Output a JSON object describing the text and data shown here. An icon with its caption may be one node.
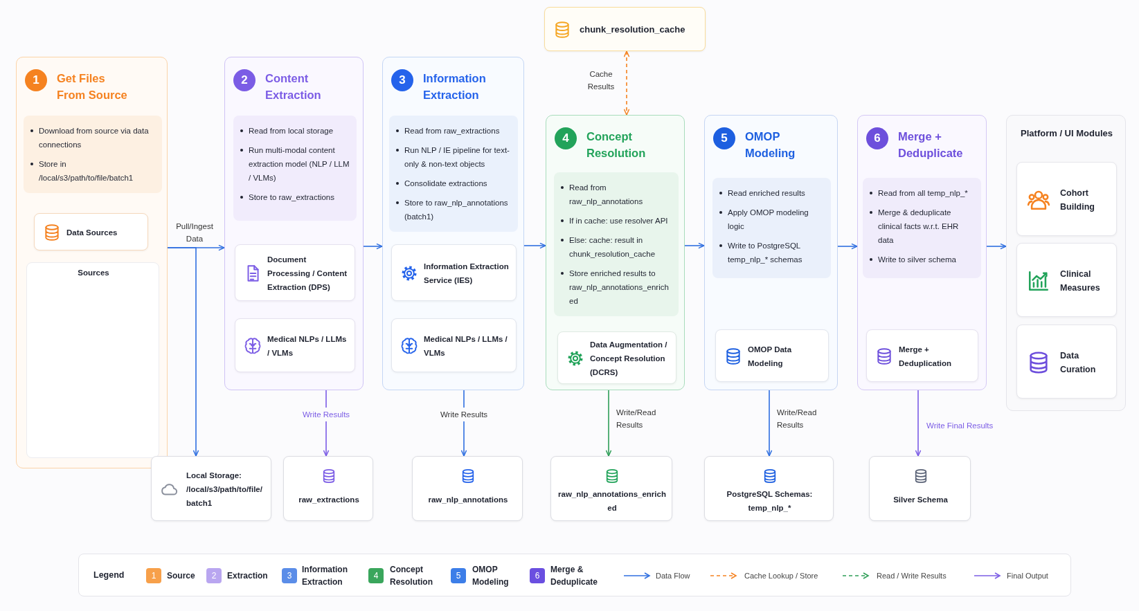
{
  "diagram": {
    "nodes": [
      {
        "text": [
          "1",
          "Get Files From Source"
        ]
      },
      {
        "text": [
          "Download from source via data connections",
          "Store in /local/s3/path/to/file/batch1"
        ],
        "in": 0
      },
      {
        "text": [
          "Data Sources"
        ],
        "in": 0
      },
      {
        "text": [
          "Sources"
        ],
        "in": 0
      },
      {
        "text": [
          "2",
          "Content Extraction"
        ]
      },
      {
        "text": [
          "Read from local storage",
          "Run multi-modal content extraction model (NLP / LLM / VLMs)",
          "Store to raw_extractions"
        ],
        "in": 4
      },
      {
        "text": [
          "Document Processing / Content Extraction (DPS)"
        ],
        "in": 4
      },
      {
        "text": [
          "Medical NLPs / LLMs / VLMs"
        ],
        "in": 4
      },
      {
        "text": [
          "3",
          "Information Extraction"
        ]
      },
      {
        "text": [
          "Read from raw_extractions",
          "Run NLP / IE pipeline for text-only & non-text objects",
          "Consolidate extractions",
          "Store to raw_nlp_annotations (batch1)"
        ],
        "in": 8
      },
      {
        "text": [
          "Information Extraction Service (IES)"
        ],
        "in": 8
      },
      {
        "text": [
          "Medical NLPs / LLMs / VLMs"
        ],
        "in": 8
      },
      {
        "text": [
          "chunk_resolution_cache"
        ]
      },
      {
        "text": [
          "4",
          "Concept Resolution"
        ]
      },
      {
        "text": [
          "Read from raw_nlp_annotations",
          "If in cache: use resolver API",
          "Else: cache: result in chunk_resolution_cache",
          "Store enriched results to raw_nlp_annotations_enriched"
        ],
        "in": 13
      },
      {
        "text": [
          "Data Augmentation / Concept Resolution (DCRS)"
        ],
        "in": 13
      },
      {
        "text": [
          "5",
          "OMOP Modeling"
        ]
      },
      {
        "text": [
          "Read enriched results",
          "Apply OMOP modeling logic",
          "Write to PostgreSQL temp_nlp_* schemas"
        ],
        "in": 16
      },
      {
        "text": [
          "OMOP Data Modeling"
        ],
        "in": 16
      },
      {
        "text": [
          "6",
          "Merge + Deduplicate"
        ]
      },
      {
        "text": [
          "Read from all temp_nlp_*",
          "Merge & deduplicate clinical facts w.r.t. EHR data",
          "Write to silver schema"
        ],
        "in": 19
      },
      {
        "text": [
          "Merge + Deduplication"
        ],
        "in": 19
      },
      {
        "text": [
          "Platform / UI Modules"
        ]
      },
      {
        "text": [
          "Cohort Building"
        ],
        "in": 22
      },
      {
        "text": [
          "Clinical Measures"
        ],
        "in": 22
      },
      {
        "text": [
          "Data Curation"
        ],
        "in": 22
      },
      {
        "text": [
          "Local Storage: /local/s3/path/to/file/batch1"
        ]
      },
      {
        "text": [
          "raw_extractions"
        ]
      },
      {
        "text": [
          "raw_nlp_annotations"
        ]
      },
      {
        "text": [
          "raw_nlp_annotations_enriched"
        ]
      },
      {
        "text": [
          "PostgreSQL Schemas: temp_nlp_*"
        ]
      },
      {
        "text": [
          "Silver Schema"
        ]
      }
    ],
    "edges": [
      {
        "from": 0,
        "to": 4,
        "arrow": "to",
        "label": "Pull/Ingest Data"
      },
      {
        "from": 0,
        "to": 26,
        "arrow": "to"
      },
      {
        "from": 4,
        "to": 8,
        "arrow": "to"
      },
      {
        "from": 8,
        "to": 13,
        "arrow": "to"
      },
      {
        "from": 13,
        "to": 16,
        "arrow": "to"
      },
      {
        "from": 16,
        "to": 19,
        "arrow": "to"
      },
      {
        "from": 19,
        "to": 22,
        "arrow": "to"
      },
      {
        "from": 12,
        "to": 13,
        "arrow": "both",
        "label": "Cache Results",
        "style": "dashed",
        "color": "#f58220"
      },
      {
        "from": 4,
        "to": 27,
        "arrow": "to",
        "label": "Write Results",
        "color": "#7b5ce5"
      },
      {
        "from": 8,
        "to": 28,
        "arrow": "to",
        "label": "Write Results"
      },
      {
        "from": 13,
        "to": 29,
        "arrow": "to",
        "label": "Write/Read Results",
        "color": "#2e9e57"
      },
      {
        "from": 16,
        "to": 30,
        "arrow": "to",
        "label": "Write/Read Results"
      },
      {
        "from": 19,
        "to": 31,
        "arrow": "to",
        "label": "Write Final Results",
        "color": "#7b5ce5"
      }
    ],
    "labels": [
      "Legend",
      "1",
      "2",
      "3",
      "4",
      "5",
      "6"
    ],
    "legend": [
      {
        "text": "Source",
        "color": "#f7a04a"
      },
      {
        "text": "Extraction",
        "color": "#b9a6f0"
      },
      {
        "text": "Information Extraction",
        "color": "#5b8de8"
      },
      {
        "text": "Concept Resolution",
        "color": "#3aa65c"
      },
      {
        "text": "OMOP Modeling",
        "color": "#3d7ee8"
      },
      {
        "text": "Merge & Deduplicate",
        "color": "#6a4fe0"
      },
      {
        "text": "Data Flow"
      },
      {
        "text": "Cache Lookup / Store"
      },
      {
        "text": "Read / Write Results"
      },
      {
        "text": "Final Output"
      }
    ]
  }
}
